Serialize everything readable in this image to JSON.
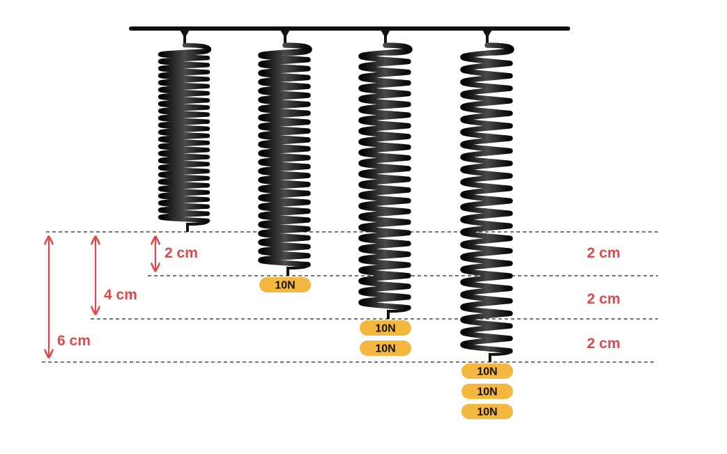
{
  "colors": {
    "accent_red": "#e0474c",
    "weight_fill": "#f4b73f",
    "spring": "#111111",
    "guide_line": "#222222"
  },
  "springs": [
    {
      "weights": []
    },
    {
      "weights": [
        "10N"
      ]
    },
    {
      "weights": [
        "10N",
        "10N"
      ]
    },
    {
      "weights": [
        "10N",
        "10N",
        "10N"
      ]
    }
  ],
  "left_dimensions": [
    {
      "label": "2 cm"
    },
    {
      "label": "4 cm"
    },
    {
      "label": "6 cm"
    }
  ],
  "right_labels": [
    "2 cm",
    "2 cm",
    "2 cm"
  ]
}
